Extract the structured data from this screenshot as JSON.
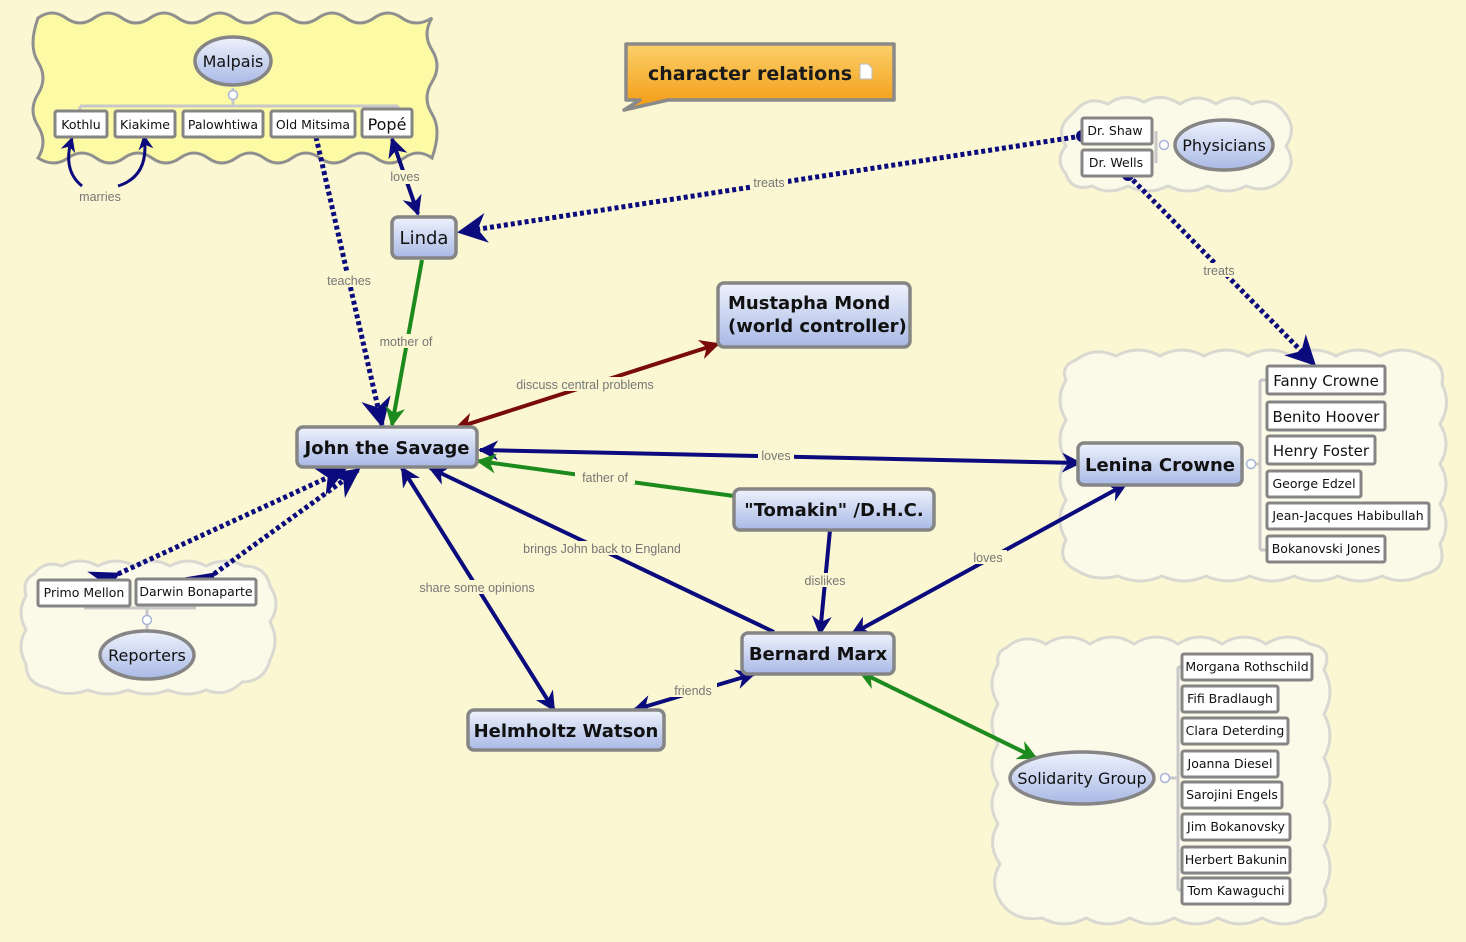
{
  "colors": {
    "background": "#faf7d2",
    "navy": "#0b0b7d",
    "green": "#1c8a1c",
    "darkred": "#7a0b0b",
    "title_orange": "#f7a21b",
    "node_blue": "#b7c6ea"
  },
  "title": {
    "text": "character relations",
    "icon": "note-icon"
  },
  "groups": {
    "malpais": {
      "label": "Malpais",
      "members": [
        "Kothlu",
        "Kiakime",
        "Palowhtiwa",
        "Old Mitsima",
        "Popé"
      ]
    },
    "physicians": {
      "label": "Physicians",
      "members": [
        "Dr. Shaw",
        "Dr. Wells"
      ]
    },
    "reporters": {
      "label": "Reporters",
      "members": [
        "Primo Mellon",
        "Darwin Bonaparte"
      ]
    },
    "lenina": {
      "members": [
        "Fanny Crowne",
        "Benito Hoover",
        "Henry Foster",
        "George Edzel",
        "Jean-Jacques Habibullah",
        "Bokanovski Jones"
      ]
    },
    "solidarity": {
      "label": "Solidarity Group",
      "members": [
        "Morgana Rothschild",
        "Fifi Bradlaugh",
        "Clara Deterding",
        "Joanna Diesel",
        "Sarojini Engels",
        "Jim Bokanovsky",
        "Herbert Bakunin",
        "Tom Kawaguchi"
      ]
    }
  },
  "nodes": {
    "linda": "Linda",
    "john": "John the Savage",
    "mond_line1": "Mustapha Mond",
    "mond_line2": "(world controller)",
    "lenina": "Lenina Crowne",
    "tomakin": "\"Tomakin\" /D.H.C.",
    "bernard": "Bernard Marx",
    "helmholtz": "Helmholtz Watson"
  },
  "edges": {
    "marries": "marries",
    "loves_pope_linda": "loves",
    "treats_linda": "treats",
    "treats_fanny": "treats",
    "teaches": "teaches",
    "mother_of": "mother of",
    "discuss": "discuss central problems",
    "loves_john_lenina": "loves",
    "father_of": "father of",
    "brings_back": "brings John back to England",
    "share_opinions": "share some opinions",
    "dislikes": "dislikes",
    "loves_bernard_lenina": "loves",
    "friends": "friends"
  }
}
